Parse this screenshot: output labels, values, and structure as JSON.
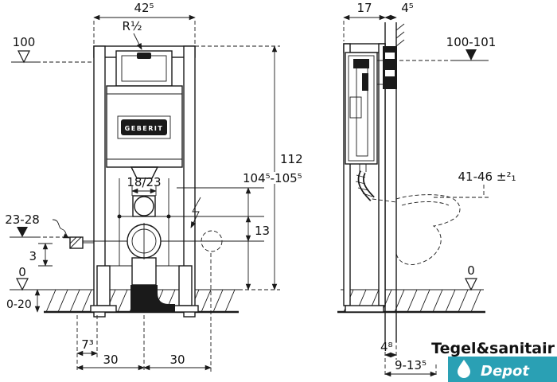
{
  "drawing": {
    "brand_label": "GEBERIT",
    "front_view": {
      "width_top": "42⁵",
      "water_connection": "R½",
      "datum_top": "100",
      "total_height": "112",
      "plate_height_range": "104⁵-105⁵",
      "bolt_spacing": "18/23",
      "outlet_offset": "13",
      "inlet_height_range": "23-28",
      "inlet_offset": "3",
      "datum_floor": "0",
      "floor_range": "0-20",
      "foot_width": "7³",
      "leg_left": "30",
      "leg_right": "30"
    },
    "side_view": {
      "frame_depth": "17",
      "plate_depth": "4⁵",
      "top_height_range": "100-101",
      "bowl_height": "41-46 ±²₁",
      "datum_floor": "0",
      "wall_offset": "4⁸",
      "outlet_depth_range": "9-13⁵"
    }
  },
  "icons": {
    "logo_mark": "water-droplet",
    "flash": "lightning-bolt",
    "water_supply": "wavy-hose-arrow"
  },
  "logo": {
    "name_line": "Tegel&sanitair",
    "sub_line": "Depot"
  },
  "colors": {
    "line": "#1a1a1a",
    "logo_teal": "#2aa0b4",
    "logo_gray": "#57585a"
  }
}
